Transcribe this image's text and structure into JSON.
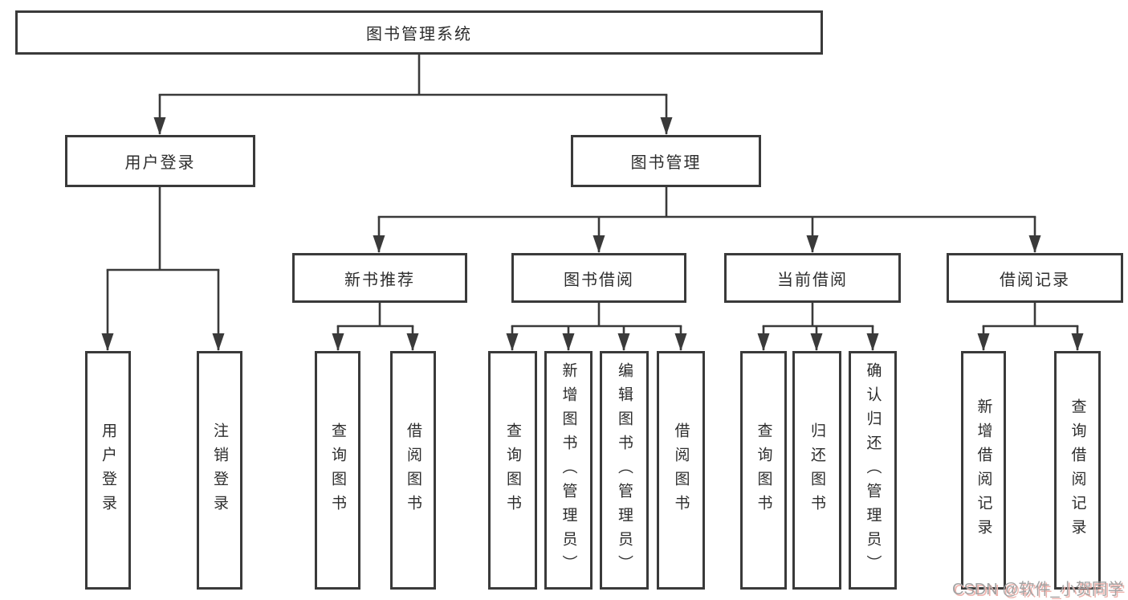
{
  "tree": {
    "root": {
      "label": "图书管理系统",
      "children": [
        {
          "label": "用户登录",
          "children": [
            {
              "label": "用户登录"
            },
            {
              "label": "注销登录"
            }
          ]
        },
        {
          "label": "图书管理",
          "children": [
            {
              "label": "新书推荐",
              "children": [
                {
                  "label": "查询图书"
                },
                {
                  "label": "借阅图书"
                }
              ]
            },
            {
              "label": "图书借阅",
              "children": [
                {
                  "label": "查询图书"
                },
                {
                  "label": "新增图书（管理员）"
                },
                {
                  "label": "编辑图书（管理员）"
                },
                {
                  "label": "借阅图书"
                }
              ]
            },
            {
              "label": "当前借阅",
              "children": [
                {
                  "label": "查询图书"
                },
                {
                  "label": "归还图书"
                },
                {
                  "label": "确认归还（管理员）"
                }
              ]
            },
            {
              "label": "借阅记录",
              "children": [
                {
                  "label": "新增借阅记录"
                },
                {
                  "label": "查询借阅记录"
                }
              ]
            }
          ]
        }
      ]
    }
  },
  "watermark": {
    "text": "CSDN @软件_小贺同学"
  },
  "colors": {
    "line": "#3a3a3a",
    "box_border": "#3a3a3a",
    "text": "#2d2d2d",
    "background": "#ffffff",
    "watermark_text": "#a3a3a3",
    "watermark_shadow": "#eeb3ad"
  }
}
